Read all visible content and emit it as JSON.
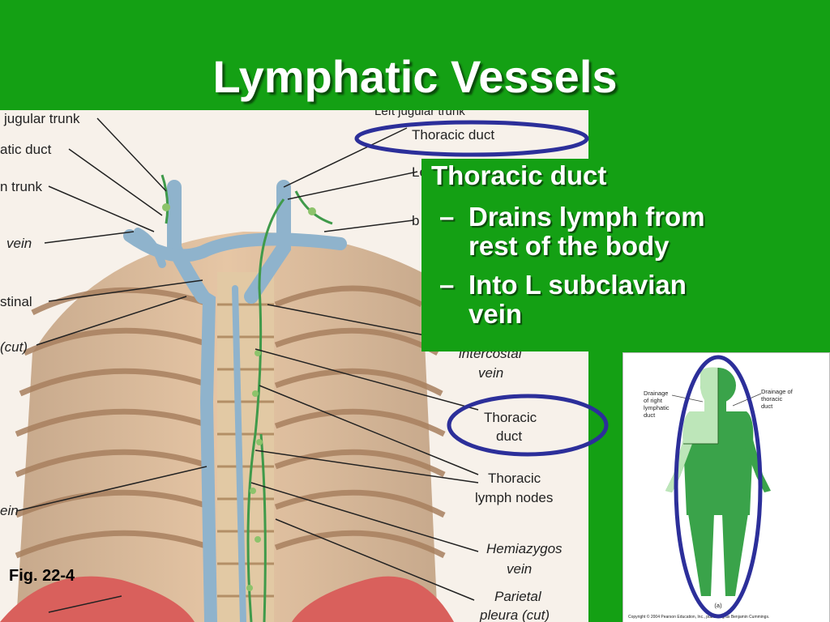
{
  "slide": {
    "title": "Lymphatic Vessels",
    "figure_caption": "Fig. 22-4"
  },
  "bullets": {
    "main": "Thoracic duct",
    "subs": [
      {
        "dash": "–",
        "text": "Drains lymph from",
        "text2": "rest of the body"
      },
      {
        "dash": "–",
        "text": "Into L subclavian",
        "text2": "vein"
      }
    ]
  },
  "figure_labels": {
    "jugular_trunk": "jugular trunk",
    "left_jugular_trunk": "Left jugular trunk",
    "thoracic_duct_top": "Thoracic duct",
    "atic_duct": "atic duct",
    "n_trunk": "n trunk",
    "vein_left": "vein",
    "stinal": "stinal",
    "cut": "(cut)",
    "ein": "ein",
    "le": "Le",
    "b": "b",
    "intercostal_vein_1": "intercostal",
    "intercostal_vein_2": "vein",
    "thoracic_duct_mid_1": "Thoracic",
    "thoracic_duct_mid_2": "duct",
    "thoracic_nodes_1": "Thoracic",
    "thoracic_nodes_2": "lymph nodes",
    "hemiazygos_1": "Hemiazygos",
    "hemiazygos_2": "vein",
    "parietal_1": "Parietal",
    "parietal_2": "pleura (cut)"
  },
  "inset": {
    "label_left_1": "Drainage",
    "label_left_2": "of right",
    "label_left_3": "lymphatic",
    "label_left_4": "duct",
    "label_right_1": "Drainage of",
    "label_right_2": "thoracic",
    "label_right_3": "duct",
    "panel": "(a)",
    "copyright": "Copyright © 2004 Pearson Education, Inc., publishing as Benjamin Cummings."
  },
  "colors": {
    "background": "#14a014",
    "annotation_ring": "#2c2f9a",
    "vessel": "#8fb3cc",
    "lymph": "#3f9a4a"
  }
}
